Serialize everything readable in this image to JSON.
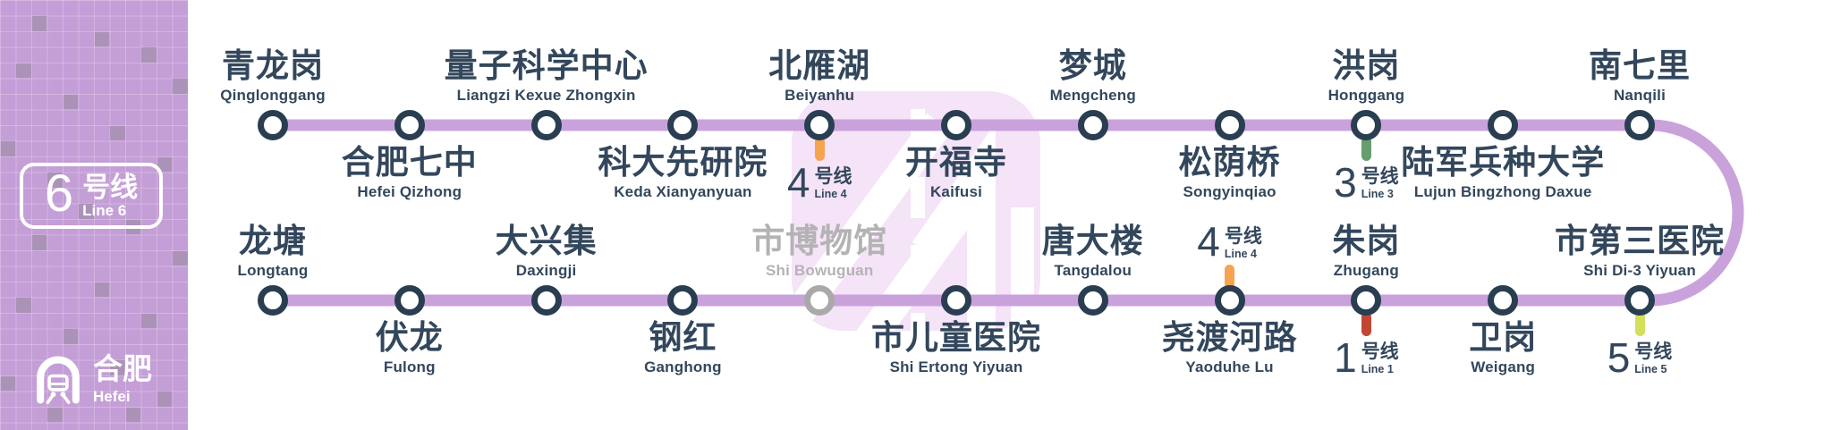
{
  "badge": {
    "digit": "6",
    "zh": "号线",
    "en": "Line 6"
  },
  "brand": {
    "zh": "合肥",
    "en": "Hefei"
  },
  "colors": {
    "line": "#c9a2dc",
    "station_ring": "#2a3e52",
    "text": "#33475c",
    "inactive": "#b3b3b3",
    "line1": "#c14733",
    "line3": "#679e6e",
    "line4": "#f6a450",
    "line5": "#d2e05b",
    "sidebar": "#c49ed6",
    "watermark": "#f5e3f8"
  },
  "rows": {
    "top": [
      {
        "zh": "青龙岗",
        "en": "Qinglonggang",
        "label": "above"
      },
      {
        "zh": "合肥七中",
        "en": "Hefei Qizhong",
        "label": "below"
      },
      {
        "zh": "量子科学中心",
        "en": "Liangzi Kexue Zhongxin",
        "label": "above"
      },
      {
        "zh": "科大先研院",
        "en": "Keda Xianyanyuan",
        "label": "below"
      },
      {
        "zh": "北雁湖",
        "en": "Beiyanhu",
        "label": "above",
        "transfer": {
          "digit": "4",
          "zh": "号线",
          "en": "Line 4",
          "color_key": "line4",
          "side": "below"
        }
      },
      {
        "zh": "开福寺",
        "en": "Kaifusi",
        "label": "below"
      },
      {
        "zh": "梦城",
        "en": "Mengcheng",
        "label": "above"
      },
      {
        "zh": "松荫桥",
        "en": "Songyinqiao",
        "label": "below"
      },
      {
        "zh": "洪岗",
        "en": "Honggang",
        "label": "above",
        "transfer": {
          "digit": "3",
          "zh": "号线",
          "en": "Line 3",
          "color_key": "line3",
          "side": "below"
        }
      },
      {
        "zh": "陆军兵种大学",
        "en": "Lujun Bingzhong Daxue",
        "label": "below"
      },
      {
        "zh": "南七里",
        "en": "Nanqili",
        "label": "above"
      }
    ],
    "bottom": [
      {
        "zh": "龙塘",
        "en": "Longtang",
        "label": "above"
      },
      {
        "zh": "伏龙",
        "en": "Fulong",
        "label": "below"
      },
      {
        "zh": "大兴集",
        "en": "Daxingji",
        "label": "above"
      },
      {
        "zh": "钢红",
        "en": "Ganghong",
        "label": "below"
      },
      {
        "zh": "市博物馆",
        "en": "Shi Bowuguan",
        "label": "above",
        "inactive": true
      },
      {
        "zh": "市儿童医院",
        "en": "Shi Ertong Yiyuan",
        "label": "below"
      },
      {
        "zh": "唐大楼",
        "en": "Tangdalou",
        "label": "above"
      },
      {
        "zh": "尧渡河路",
        "en": "Yaoduhe Lu",
        "label": "below",
        "transfer": {
          "digit": "4",
          "zh": "号线",
          "en": "Line 4",
          "color_key": "line4",
          "side": "above"
        }
      },
      {
        "zh": "朱岗",
        "en": "Zhugang",
        "label": "above",
        "transfer": {
          "digit": "1",
          "zh": "号线",
          "en": "Line 1",
          "color_key": "line1",
          "side": "below"
        }
      },
      {
        "zh": "卫岗",
        "en": "Weigang",
        "label": "below"
      },
      {
        "zh": "市第三医院",
        "en": "Shi Di-3 Yiyuan",
        "label": "above",
        "transfer": {
          "digit": "5",
          "zh": "号线",
          "en": "Line 5",
          "color_key": "line5",
          "side": "below"
        }
      }
    ]
  }
}
